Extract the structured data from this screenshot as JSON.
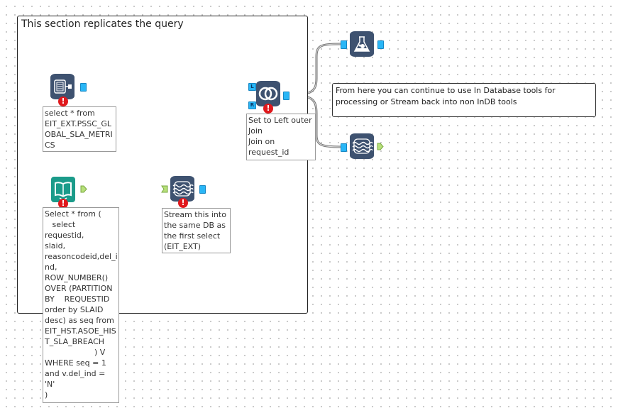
{
  "canvas": {
    "container": {
      "title": "This section replicates the query"
    },
    "comment": {
      "text": "From here you can continue to use In Database tools for processing or Stream back into non InDB tools"
    },
    "tools": [
      {
        "id": "connect-in-db-1",
        "icon": "connect-in-db-icon",
        "type": "Connect In-DB",
        "has_error": true,
        "annotation": "select * from\nEIT_EXT.PSSC_GL\nOBAL_SLA_METRI\nCS",
        "output_anchor": "blue"
      },
      {
        "id": "join-in-db",
        "icon": "join-icon",
        "type": "Join In-DB",
        "has_error": true,
        "inputs": [
          "L",
          "R"
        ],
        "annotation": "Set to Left outer\nJoin\nJoin on\nrequest_id"
      },
      {
        "id": "input-data",
        "icon": "book-icon",
        "type": "Input Data",
        "has_error": true,
        "annotation": "Select * from (\n   select requestid,\nslaid,\nreasoncodeid,del_i\nnd,\nROW_NUMBER()\nOVER (PARTITION\nBY    REQUESTID\norder by SLAID\ndesc) as seq from\nEIT_HST.ASOE_HIS\nT_SLA_BREACH\n                    ) V\nWHERE seq = 1\nand v.del_ind =\n'N'\n)"
      },
      {
        "id": "data-stream-in",
        "icon": "data-stream-in-icon",
        "type": "Data Stream In",
        "has_error": true,
        "annotation": "Stream this into\nthe same DB as\nthe first select\n(EIT_EXT)"
      },
      {
        "id": "browse-in-db",
        "icon": "flask-icon",
        "type": "Browse In-DB",
        "has_error": false
      },
      {
        "id": "data-stream-out",
        "icon": "data-stream-out-icon",
        "type": "Data Stream Out",
        "has_error": false
      }
    ],
    "error_glyph": "!",
    "colors": {
      "tool_indb": "#3e5270",
      "tool_input": "#1b9b8a",
      "error": "#e0191d",
      "anchor_blue": "#29b6f6",
      "anchor_green": "#b7e07a"
    }
  }
}
